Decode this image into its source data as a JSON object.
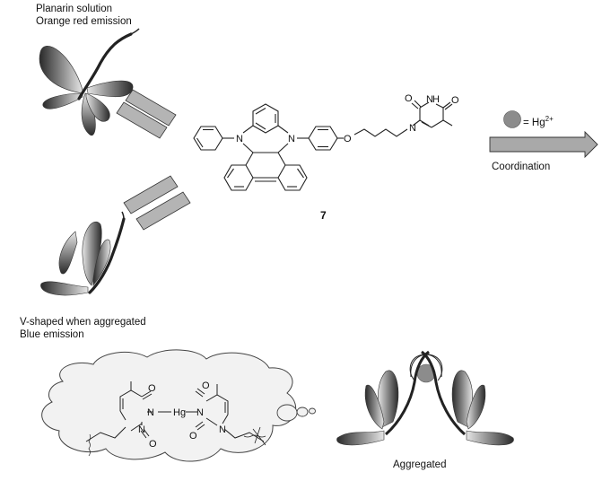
{
  "top_left": {
    "line1": "Planarin solution",
    "line2": "Orange red emission"
  },
  "bottom_left": {
    "line1": "V-shaped when aggregated",
    "line2": "Blue emission"
  },
  "compound_number": "7",
  "legend": {
    "symbol_text": "= Hg",
    "superscript": "2+",
    "symbol_color": "#8c8c8c"
  },
  "arrow_label": "Coordination",
  "aggregated_label": "Aggregated",
  "complex_atoms": {
    "N": "N",
    "O": "O",
    "Hg": "Hg",
    "NH": "H"
  },
  "colors": {
    "butterfly_dark": "#2e2e2e",
    "butterfly_mid": "#8a8a8a",
    "bar_fill": "#b4b4b4",
    "arrow_fill": "#a9a9a9"
  }
}
